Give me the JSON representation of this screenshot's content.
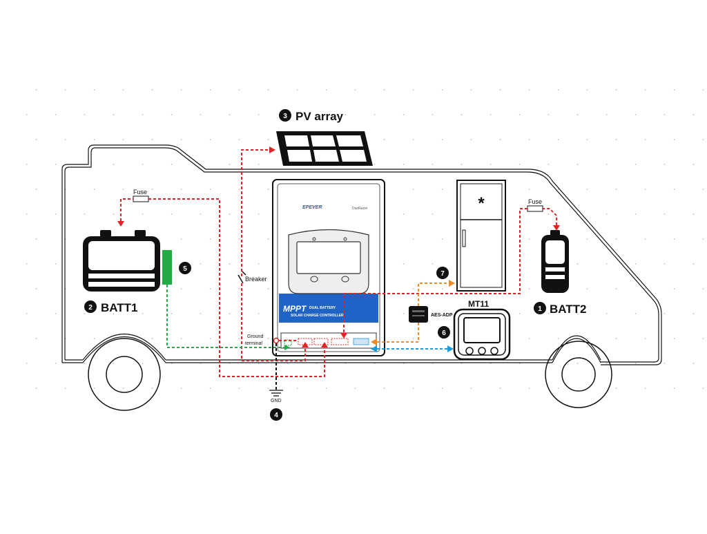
{
  "labels": {
    "pv_array": "PV array",
    "batt1": "BATT1",
    "batt2": "BATT2",
    "fuse_left": "Fuse",
    "fuse_right": "Fuse",
    "breaker": "Breaker",
    "ground_line1": "Ground",
    "ground_line2": "terminal",
    "gnd": "GND",
    "mt11": "MT11",
    "aes_adp": "AES-ADP"
  },
  "controller": {
    "brand": "EPEVER",
    "model": "DuoRacer",
    "mppt": "MPPT",
    "subtitle1": "DUAL BATTERY",
    "subtitle2": "SOLAR CHARGE CONTROLLER"
  },
  "markers": {
    "m1": "1",
    "m2": "2",
    "m3": "3",
    "m4": "4",
    "m5": "5",
    "m6": "6",
    "m7": "7"
  },
  "colors": {
    "power_wire": "#e02424",
    "sensor_wire": "#22aa44",
    "comm_wire_orange": "#f08a24",
    "comm_wire_blue": "#1e9bd7",
    "ground_wire": "#111111",
    "controller_blue": "#1f63c6"
  }
}
